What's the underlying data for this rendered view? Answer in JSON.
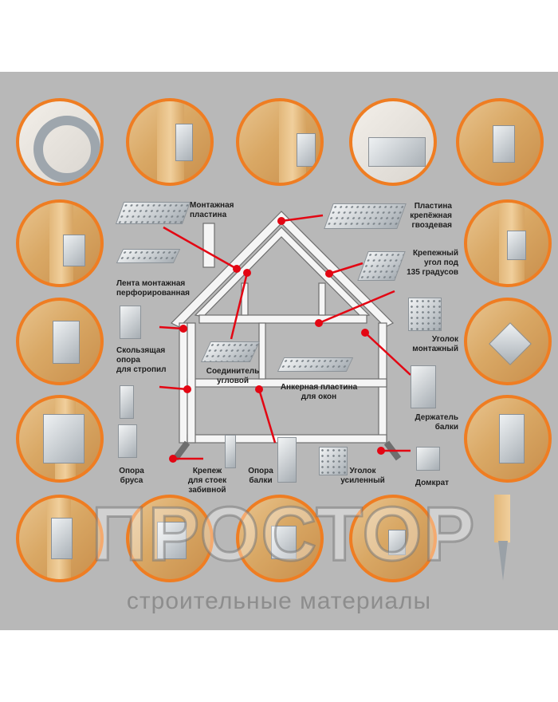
{
  "labels": {
    "mounting_plate": "Монтажная\nпластина",
    "nail_plate": "Пластина\nкрепёжная\nгвоздевая",
    "angle_135": "Крепежный\nугол под\n135 градусов",
    "perforated_tape": "Лента монтажная\nперфорированная",
    "sliding_support": "Скользящая\nопора\nдля стропил",
    "corner_connector": "Соединитель\nугловой",
    "anchor_plate": "Анкерная пластина\nдля окон",
    "mounting_angle": "Уголок\nмонтажный",
    "beam_holder": "Держатель\nбалки",
    "bar_support": "Опора\nбруса",
    "post_anchor": "Крепеж\nдля стоек\nзабивной",
    "beam_support": "Опора\nбалки",
    "reinforced_angle": "Уголок\nусиленный",
    "jack": "Домкрат"
  },
  "brand": {
    "name": "ПРОСТОР",
    "tagline": "строительные материалы"
  },
  "colors": {
    "accent": "#ef7d22",
    "marker": "#e30613",
    "background": "#b8b8b8"
  }
}
